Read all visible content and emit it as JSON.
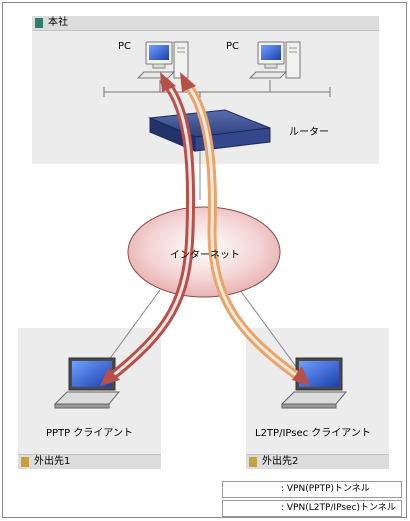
{
  "hq": {
    "title": "本社",
    "pc1": "PC",
    "pc2": "PC",
    "router": "ルーター"
  },
  "internet": {
    "label": "インターネット"
  },
  "branch1": {
    "title": "外出先1",
    "client": "PPTP クライアント"
  },
  "branch2": {
    "title": "外出先2",
    "client": "L2TP/IPsec クライアント"
  },
  "legend": {
    "pptp": ": VPN(PPTP)トンネル",
    "l2tp": ": VPN(L2TP/IPsec)トンネル"
  },
  "colors": {
    "zone_bg": "#ececec",
    "hq_mark": "#2f7f6a",
    "branch_mark": "#c8a13a",
    "pptp_tunnel": "#b8504a",
    "l2tp_tunnel": "#e8a46a",
    "internet_cloud": "#f2c9c9",
    "router": "#2e3f7a"
  }
}
